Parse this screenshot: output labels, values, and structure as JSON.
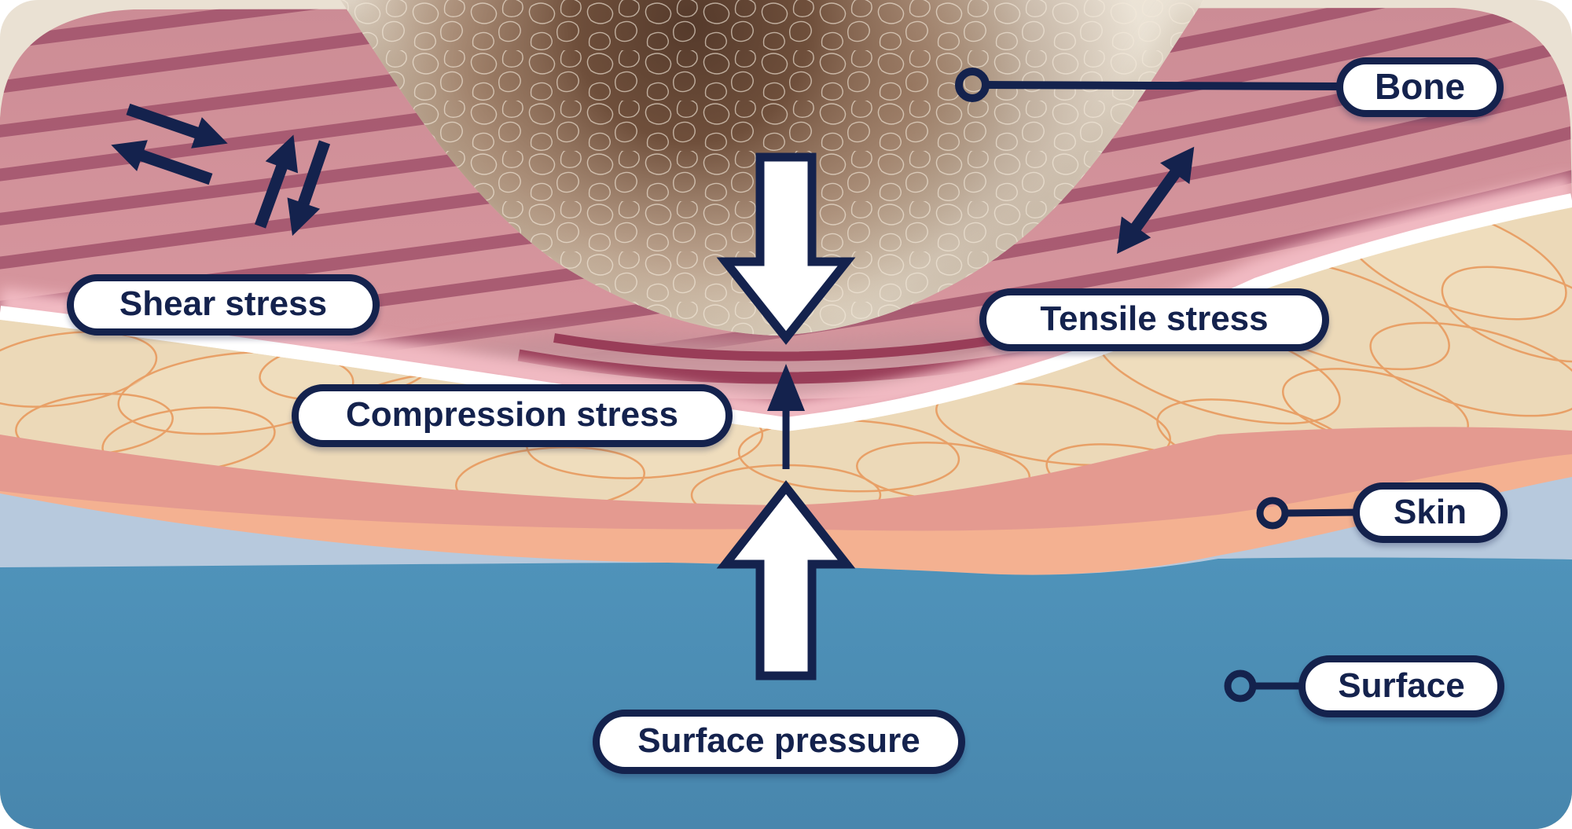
{
  "labels": {
    "bone": "Bone",
    "skin": "Skin",
    "surface": "Surface",
    "shear": "Shear stress",
    "compression": "Compression stress",
    "tensile": "Tensile stress",
    "surface_pressure": "Surface pressure"
  },
  "icons": {
    "compression_arrow": "large-down-arrow",
    "tissue_reaction_arrow": "small-up-arrow",
    "surface_pressure_arrow": "large-up-arrow",
    "shear_arrows": "two-pairs-opposing-arrows",
    "tensile_arrow": "double-headed-diagonal-arrow",
    "callout_marker": "ring-connector"
  },
  "colors": {
    "navy": "#14224d",
    "pill_bg": "#ffffff",
    "bone_cream": "#eae1d3",
    "bone_marrow_brown": "#5f4230",
    "muscle_pink": "#d6959d",
    "muscle_stripe": "#9e4e68",
    "compressed_band": "#993d58",
    "fascia_white": "#ffffff",
    "fat_tan": "#ecd9b8",
    "fat_outline": "#e89a5e",
    "dermis_salmon": "#e49a90",
    "epidermis_peach": "#f4b191",
    "surface_light_blue": "#b7c9dd",
    "surface_blue": "#4c8fb6"
  }
}
